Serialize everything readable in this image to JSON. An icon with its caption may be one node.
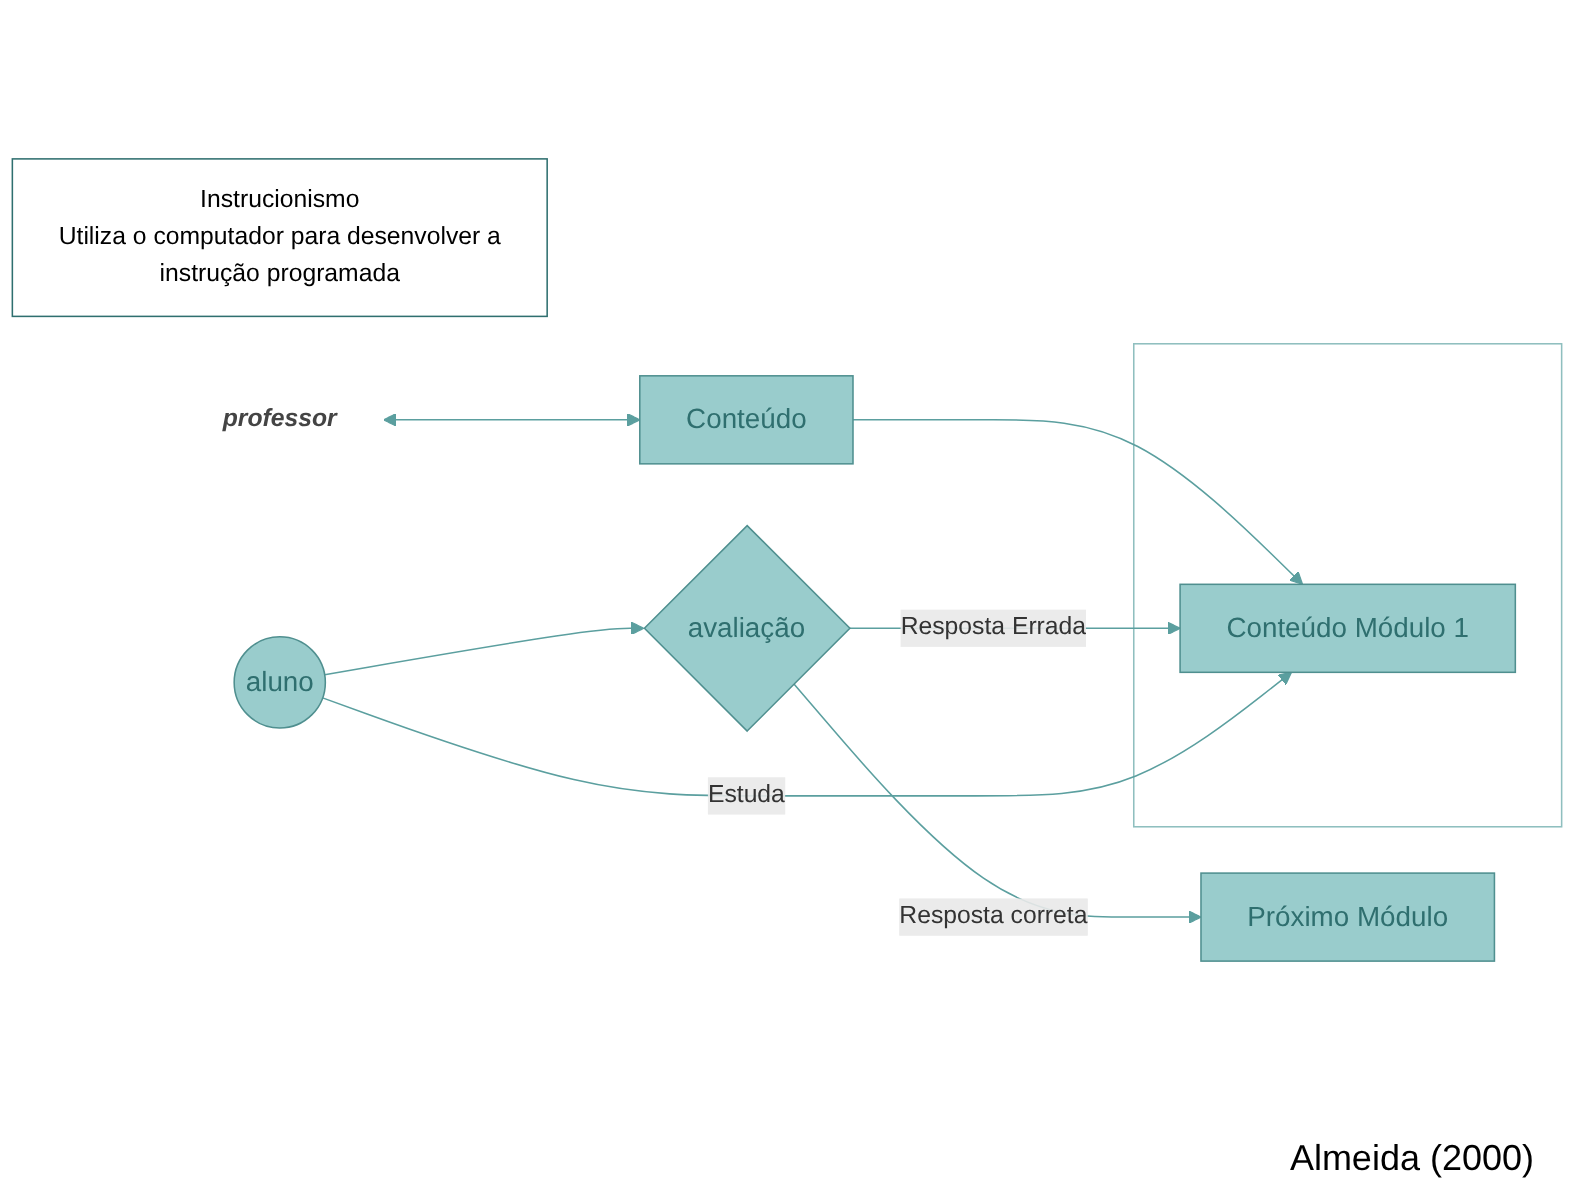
{
  "diagram": {
    "nodes": [
      {
        "text": [
          "Instrucionismo",
          "Utiliza o computador para desenvolver a",
          "instrução programada"
        ]
      },
      {
        "text": [
          "professor"
        ]
      },
      {
        "text": [
          "Conteúdo"
        ]
      },
      {
        "text": [],
        "shape": "box"
      },
      {
        "text": [
          "Conteúdo Módulo 1"
        ],
        "in": 3
      },
      {
        "text": [
          "avaliação"
        ]
      },
      {
        "text": [
          "Próximo Módulo"
        ]
      },
      {
        "text": [
          "aluno"
        ]
      }
    ],
    "edges": [
      {
        "from": 1,
        "to": 2,
        "arrow": "both"
      },
      {
        "from": 2,
        "to": 4,
        "arrow": "to"
      },
      {
        "from": 5,
        "to": 4,
        "arrow": "to",
        "label": "Resposta Errada"
      },
      {
        "from": 5,
        "to": 6,
        "arrow": "to",
        "label": "Resposta correta"
      },
      {
        "from": 7,
        "to": 5,
        "arrow": "to"
      },
      {
        "from": 7,
        "to": 4,
        "arrow": "to",
        "label": "Estuda"
      }
    ],
    "labels": [
      "Almeida (2000)"
    ]
  }
}
